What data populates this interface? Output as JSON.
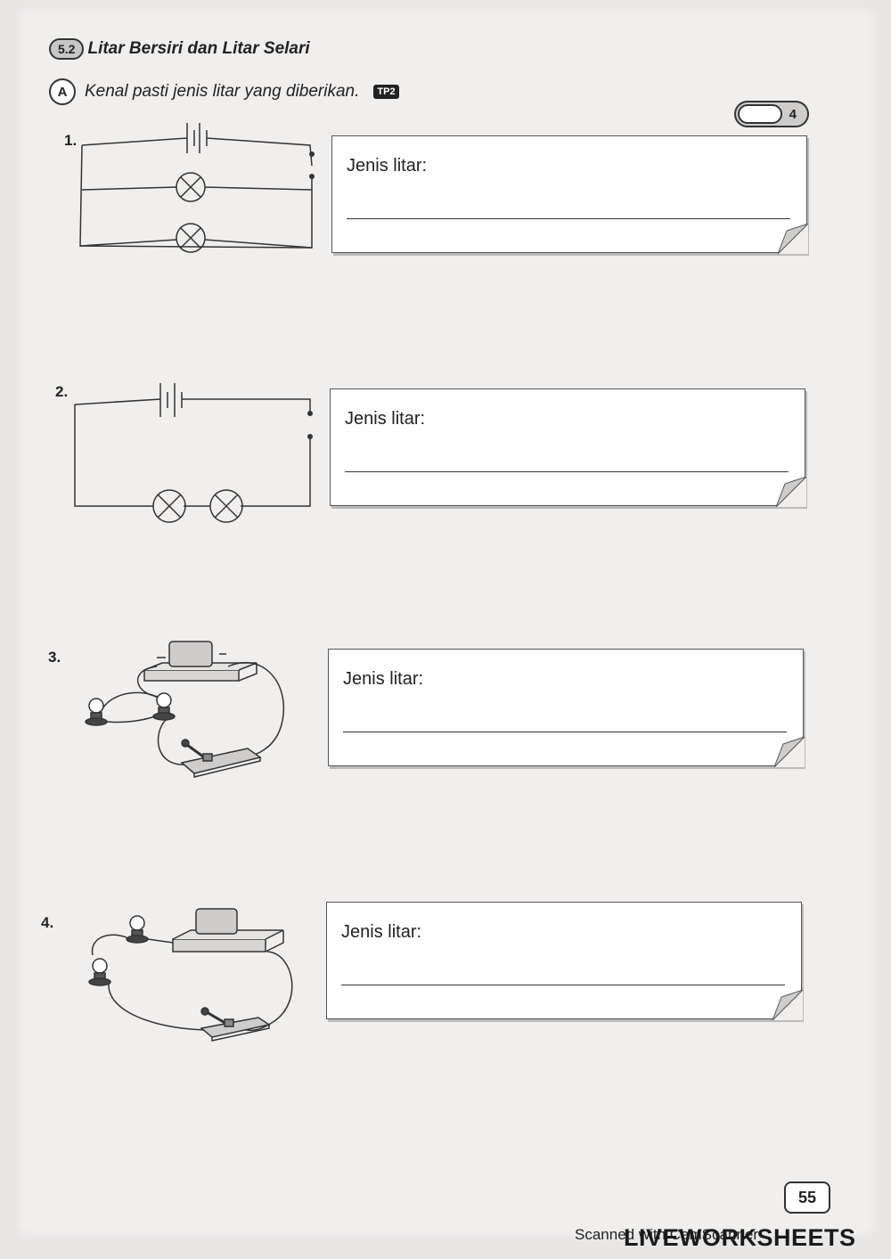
{
  "header": {
    "section_number": "5.2",
    "section_title": "Litar Bersiri dan Litar Selari"
  },
  "instruction": {
    "badge": "A",
    "text": "Kenal pasti jenis litar yang diberikan.",
    "level_badge": "TP2"
  },
  "score": {
    "max": "4"
  },
  "questions": [
    {
      "number": "1.",
      "answer_label": "Jenis litar:"
    },
    {
      "number": "2.",
      "answer_label": "Jenis litar:"
    },
    {
      "number": "3.",
      "answer_label": "Jenis litar:"
    },
    {
      "number": "4.",
      "answer_label": "Jenis litar:"
    }
  ],
  "footer": {
    "page_number": "55",
    "scanner_text": "Scanned with CamScanner",
    "brand": "LIVEWORKSHEETS"
  }
}
